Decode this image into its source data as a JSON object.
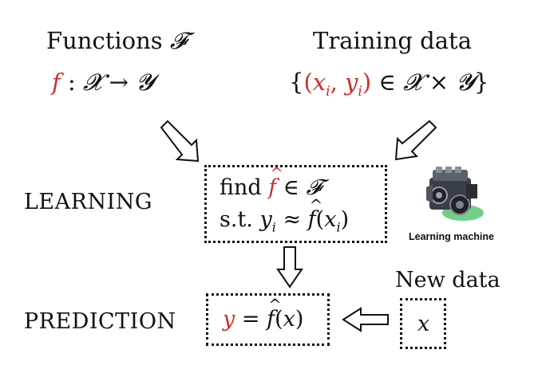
{
  "top": {
    "functions_title": "Functions",
    "functions_symbol": "𝓕",
    "training_title": "Training data",
    "mapping": {
      "f": "f",
      "colon": ":",
      "domain": "𝓧",
      "arrow": "→",
      "codomain": "𝓨"
    },
    "training_set": {
      "open": "{",
      "pair": "(xi, yi)",
      "rest": "∈ 𝓧 × 𝓨",
      "close": "}"
    }
  },
  "learning": {
    "label": "LEARNING",
    "line1_prefix": "find",
    "line1_var": "f",
    "line1_rest": "∈ 𝓕",
    "line2_prefix": "s.t.",
    "line2_lhs": "yi",
    "line2_approx": "≈",
    "line2_rhs": "f(xi)"
  },
  "machine": {
    "caption": "Learning machine",
    "icon": "engine-icon"
  },
  "prediction": {
    "label": "PREDICTION",
    "lhs": "y",
    "rhs": "= f(x)"
  },
  "new_data": {
    "title": "New data",
    "var": "x"
  },
  "colors": {
    "highlight": "#d22b2b",
    "text": "#111111"
  }
}
